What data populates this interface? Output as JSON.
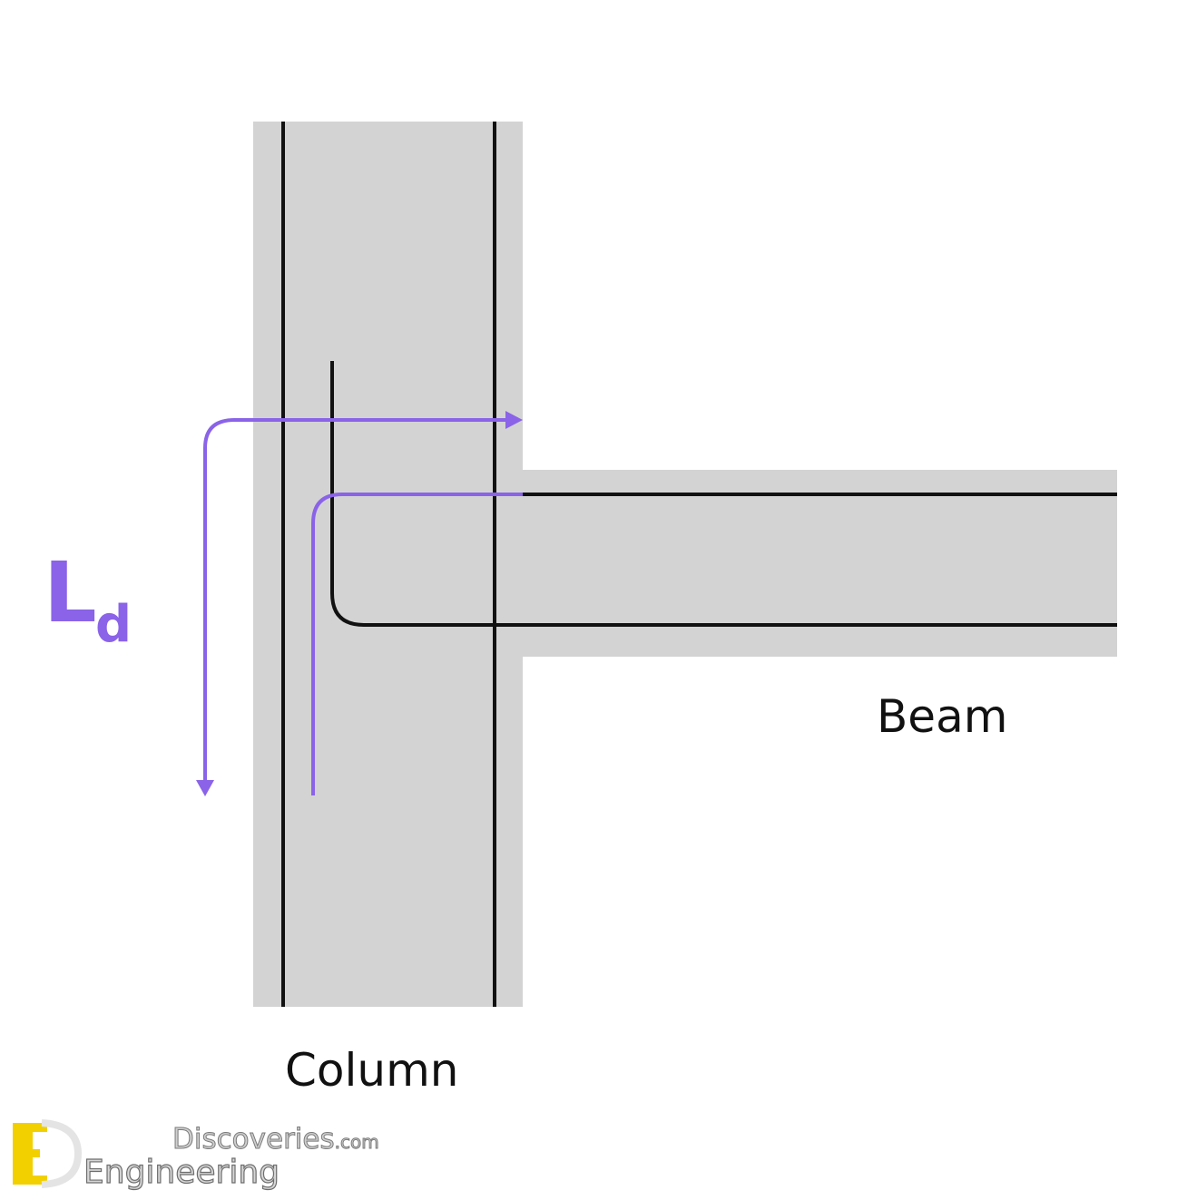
{
  "labels": {
    "column": "Column",
    "beam": "Beam",
    "ld_main": "L",
    "ld_sub": "d"
  },
  "watermark": {
    "logo_letters": "ED",
    "line1": "Discoveries",
    "line1_suffix": ".com",
    "line2": "Engineering"
  },
  "colors": {
    "concrete": "#d3d3d3",
    "rebar": "#111111",
    "dimension": "#8a63e8",
    "logo_yellow": "#f2d000",
    "background": "#ffffff"
  }
}
